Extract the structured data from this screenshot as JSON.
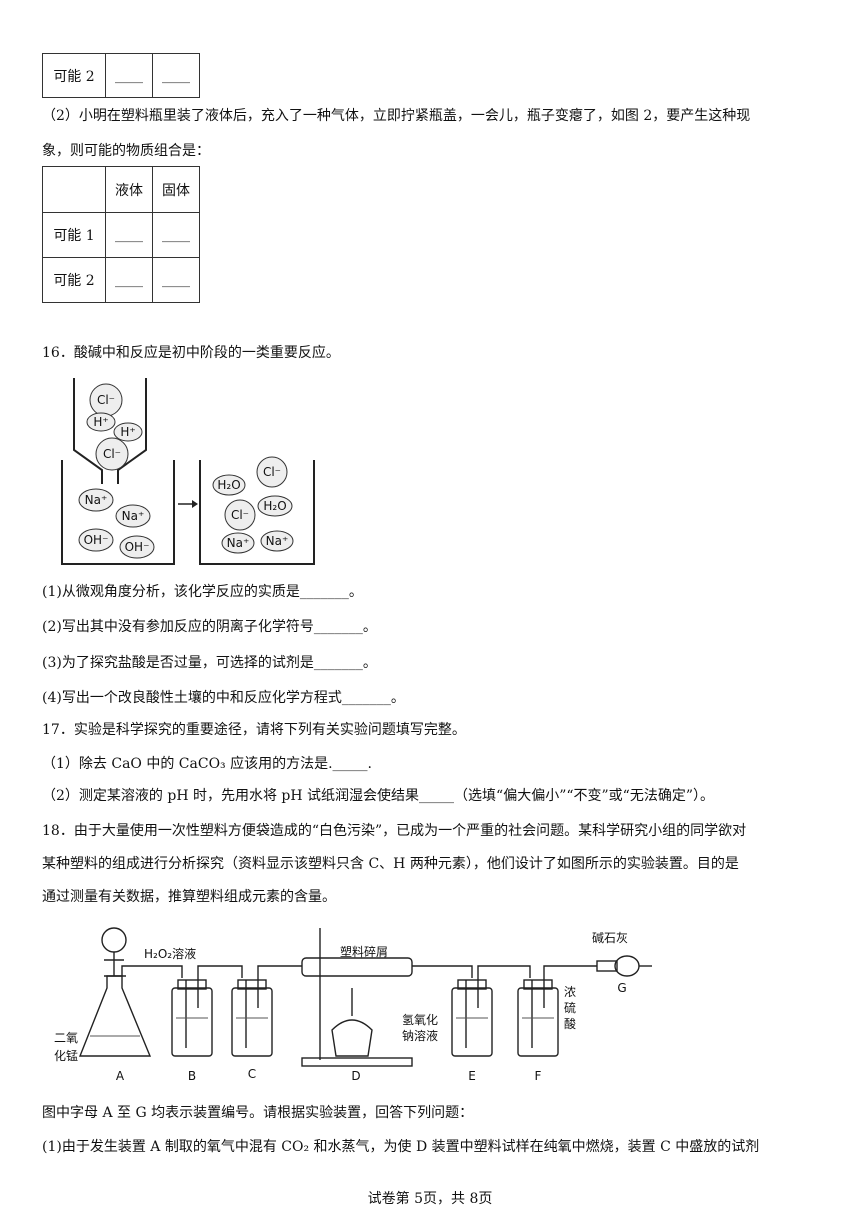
{
  "table_top": {
    "row_label": "可能 2",
    "cells": [
      "____",
      "____"
    ]
  },
  "q15_2": {
    "line1": "（2）小明在塑料瓶里装了液体后，充入了一种气体，立即拧紧瓶盖，一会儿，瓶子变瘪了，如图 2，要产生这种现",
    "line2": "象，则可能的物质组合是：",
    "table": {
      "headers": [
        "",
        "液体",
        "固体"
      ],
      "rows": [
        {
          "label": "可能 1",
          "cells": [
            "____",
            "____"
          ]
        },
        {
          "label": "可能 2",
          "cells": [
            "____",
            "____"
          ]
        }
      ]
    }
  },
  "q16": {
    "stem": "16．酸碱中和反应是初中阶段的一类重要反应。",
    "ions_acid": [
      "Cl⁻",
      "H⁺",
      "H⁺",
      "Cl⁻"
    ],
    "ions_base": [
      "Na⁺",
      "Na⁺",
      "OH⁻",
      "OH⁻"
    ],
    "ions_product": [
      "H₂O",
      "Cl⁻",
      "Cl⁻",
      "H₂O",
      "Na⁺",
      "Na⁺"
    ],
    "items": [
      "(1)从微观角度分析，该化学反应的实质是_______。",
      "(2)写出其中没有参加反应的阴离子化学符号_______。",
      "(3)为了探究盐酸是否过量，可选择的试剂是_______。",
      "(4)写出一个改良酸性土壤的中和反应化学方程式_______。"
    ]
  },
  "q17": {
    "stem": "17．实验是科学探究的重要途径，请将下列有关实验问题填写完整。",
    "item1": "（1）除去 CaO 中的 CaCO₃ 应该用的方法是._____.",
    "item2": "（2）测定某溶液的 pH 时，先用水将 pH 试纸润湿会使结果_____（选填“偏大偏小”“不变”或“无法确定”）。"
  },
  "q18": {
    "line1": "18．由于大量使用一次性塑料方便袋造成的“白色污染”，已成为一个严重的社会问题。某科学研究小组的同学欲对",
    "line2": "某种塑料的组成进行分析探究（资料显示该塑料只含 C、H 两种元素），他们设计了如图所示的实验装置。目的是",
    "line3": "通过测量有关数据，推算塑料组成元素的含量。",
    "figure": {
      "h2o2": "H₂O₂溶液",
      "mno2_1": "二氧",
      "mno2_2": "化锰",
      "plastic": "塑料碎屑",
      "soda_lime": "碱石灰",
      "naoh_1": "氢氧化",
      "naoh_2": "钠溶液",
      "acid_1": "浓",
      "acid_2": "硫",
      "acid_3": "酸",
      "labels": [
        "A",
        "B",
        "C",
        "D",
        "E",
        "F",
        "G"
      ]
    },
    "after": "图中字母 A 至 G 均表示装置编号。请根据实验装置，回答下列问题：",
    "item1": "(1)由于发生装置 A 制取的氧气中混有 CO₂ 和水蒸气，为使 D 装置中塑料试样在纯氧中燃烧，装置 C 中盛放的试剂"
  },
  "footer": "试卷第 5页，共 8页"
}
